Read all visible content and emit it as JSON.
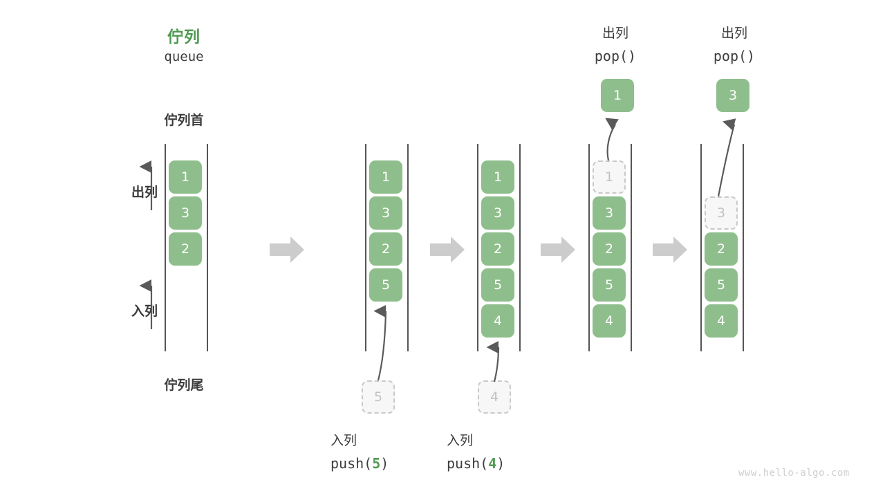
{
  "diagram": {
    "title_cn": "佇列",
    "title_en": "queue",
    "head_label": "佇列首",
    "tail_label": "佇列尾",
    "dequeue_label": "出列",
    "enqueue_label": "入列",
    "watermark": "www.hello-algo.com",
    "colors": {
      "accent_green": "#4e9a51",
      "cell_green": "#8ebe8c",
      "ghost_border": "#c9c9c9",
      "ghost_text": "#c2c2c2",
      "rail": "#555555",
      "arrow_gray": "#cccccc",
      "curve_arrow": "#5a5a5a",
      "text": "#3c3c3c",
      "watermark": "#cfcfcf"
    }
  },
  "chart_data": {
    "type": "diagram",
    "title": "佇列 queue",
    "states": [
      {
        "id": "state-1",
        "name": "initial",
        "cells": [
          {
            "value": "1",
            "style": "filled"
          },
          {
            "value": "3",
            "style": "filled"
          },
          {
            "value": "2",
            "style": "filled"
          }
        ],
        "op_cn": "",
        "op_code": "",
        "popped": null,
        "incoming": null
      },
      {
        "id": "state-2",
        "name": "after-push-5",
        "cells": [
          {
            "value": "1",
            "style": "filled"
          },
          {
            "value": "3",
            "style": "filled"
          },
          {
            "value": "2",
            "style": "filled"
          },
          {
            "value": "5",
            "style": "filled"
          }
        ],
        "op_cn": "入列",
        "op_code_prefix": "push(",
        "op_code_value": "5",
        "op_code_suffix": ")",
        "incoming": {
          "value": "5",
          "style": "ghost"
        },
        "popped": null
      },
      {
        "id": "state-3",
        "name": "after-push-4",
        "cells": [
          {
            "value": "1",
            "style": "filled"
          },
          {
            "value": "3",
            "style": "filled"
          },
          {
            "value": "2",
            "style": "filled"
          },
          {
            "value": "5",
            "style": "filled"
          },
          {
            "value": "4",
            "style": "filled"
          }
        ],
        "op_cn": "入列",
        "op_code_prefix": "push(",
        "op_code_value": "4",
        "op_code_suffix": ")",
        "incoming": {
          "value": "4",
          "style": "ghost"
        },
        "popped": null
      },
      {
        "id": "state-4",
        "name": "after-pop-1",
        "cells": [
          {
            "value": "1",
            "style": "ghost"
          },
          {
            "value": "3",
            "style": "filled"
          },
          {
            "value": "2",
            "style": "filled"
          },
          {
            "value": "5",
            "style": "filled"
          },
          {
            "value": "4",
            "style": "filled"
          }
        ],
        "op_cn": "出列",
        "op_code": "pop()",
        "popped": {
          "value": "1",
          "style": "filled"
        }
      },
      {
        "id": "state-5",
        "name": "after-pop-3",
        "cells": [
          {
            "value": "",
            "style": "empty"
          },
          {
            "value": "3",
            "style": "ghost"
          },
          {
            "value": "2",
            "style": "filled"
          },
          {
            "value": "5",
            "style": "filled"
          },
          {
            "value": "4",
            "style": "filled"
          }
        ],
        "op_cn": "出列",
        "op_code": "pop()",
        "popped": {
          "value": "3",
          "style": "filled"
        }
      }
    ],
    "transition_arrows": 4,
    "annotations": {
      "head": "佇列首",
      "tail": "佇列尾",
      "left_up_top": "出列",
      "left_up_bottom": "入列"
    }
  }
}
